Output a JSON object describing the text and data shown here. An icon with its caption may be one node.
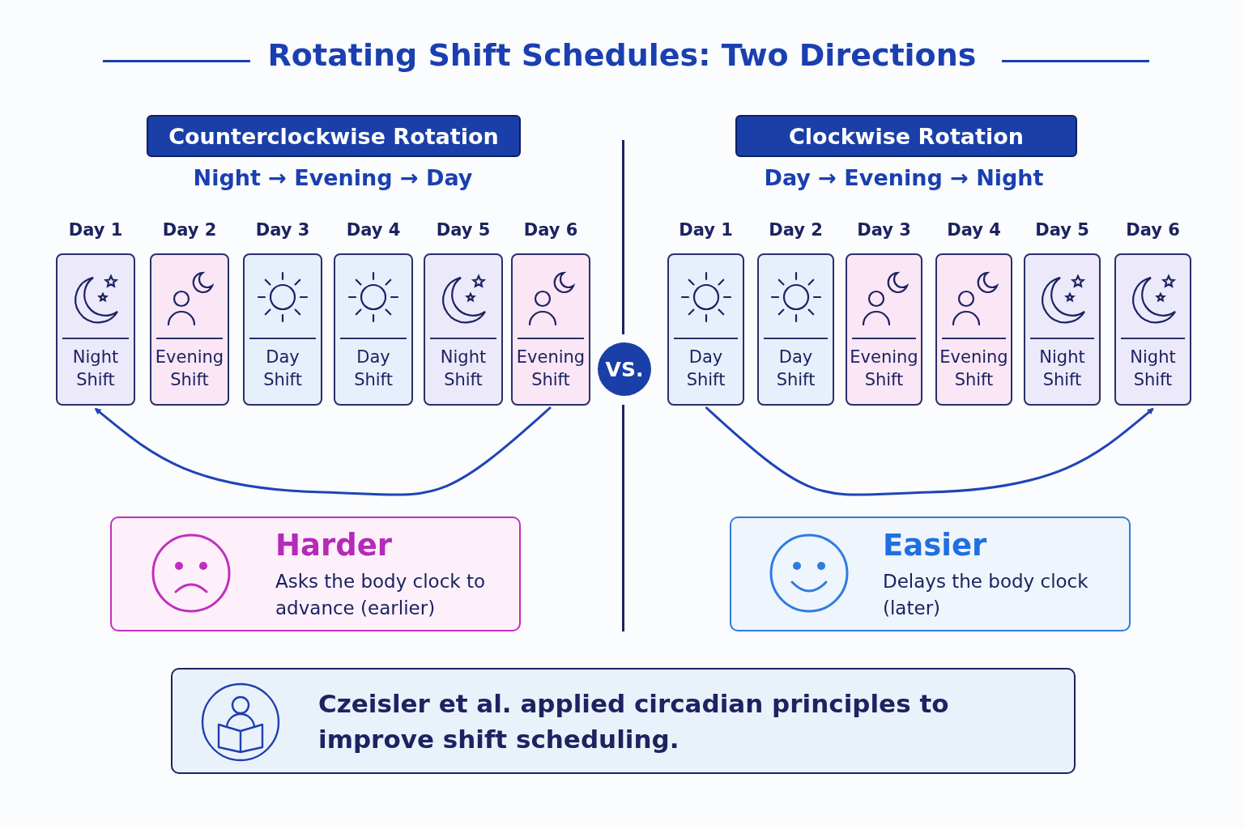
{
  "diagram": {
    "title": "Rotating Shift Schedules: Two Directions",
    "nodes": [
      {
        "text": [
          "Counterclockwise Rotation"
        ]
      },
      {
        "text": [
          "Night Shift"
        ],
        "beside": [
          "Day 1"
        ]
      },
      {
        "text": [
          "Evening Shift"
        ],
        "beside": [
          "Day 2"
        ]
      },
      {
        "text": [
          "Day Shift"
        ],
        "beside": [
          "Day 3"
        ]
      },
      {
        "text": [
          "Day Shift"
        ],
        "beside": [
          "Day 4"
        ]
      },
      {
        "text": [
          "Night Shift"
        ],
        "beside": [
          "Day 5"
        ]
      },
      {
        "text": [
          "Evening Shift"
        ],
        "beside": [
          "Day 6"
        ]
      },
      {
        "text": [
          "VS."
        ]
      },
      {
        "text": [
          "Clockwise Rotation"
        ]
      },
      {
        "text": [
          "Day Shift"
        ],
        "beside": [
          "Day 1"
        ]
      },
      {
        "text": [
          "Day Shift"
        ],
        "beside": [
          "Day 2"
        ]
      },
      {
        "text": [
          "Evening Shift"
        ],
        "beside": [
          "Day 3"
        ]
      },
      {
        "text": [
          "Evening Shift"
        ],
        "beside": [
          "Day 4"
        ]
      },
      {
        "text": [
          "Night Shift"
        ],
        "beside": [
          "Day 5"
        ]
      },
      {
        "text": [
          "Night Shift"
        ],
        "beside": [
          "Day 6"
        ]
      },
      {
        "text": [
          "Harder",
          "Asks the body clock to advance (earlier)"
        ]
      },
      {
        "text": [
          "Easier",
          "Delays the body clock (later)"
        ]
      },
      {
        "text": [
          "Czeisler et al. applied circadian principles to improve shift scheduling."
        ]
      }
    ],
    "edges": [
      {
        "from": 6,
        "to": 1,
        "arrow": "to"
      },
      {
        "from": 9,
        "to": 14,
        "arrow": "to"
      }
    ],
    "labels": [
      "Night → Evening → Day",
      "Day → Evening → Night"
    ]
  }
}
